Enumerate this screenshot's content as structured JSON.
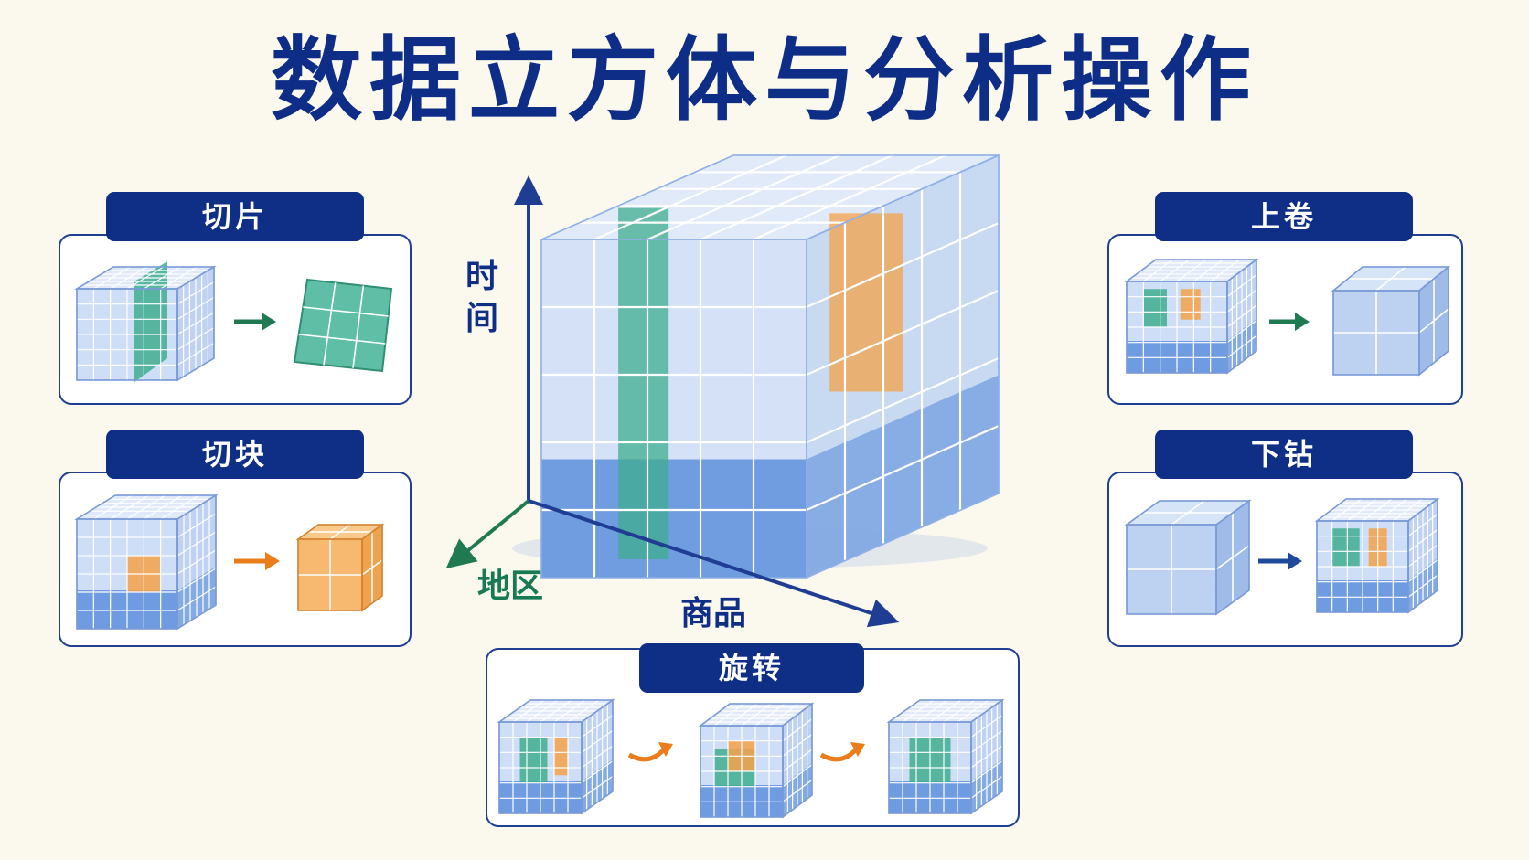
{
  "title": "数据立方体与分析操作",
  "axes": {
    "time": "时间",
    "region": "地区",
    "product": "商品"
  },
  "operations": {
    "slice": {
      "label": "切片"
    },
    "dice": {
      "label": "切块"
    },
    "rollup": {
      "label": "上卷"
    },
    "drilldown": {
      "label": "下钻"
    },
    "pivot": {
      "label": "旋转"
    }
  },
  "colors": {
    "title": "#0e2d86",
    "panel_border": "#203f93",
    "label_bg": "#0f2f86",
    "time_axis": "#0f2f86",
    "region_axis": "#177a52",
    "product_axis": "#0f2f86",
    "highlight_green": "#3fae8f",
    "highlight_orange": "#f4a24a",
    "cube_blue": "#7fa8e6",
    "arrow_green": "#1f7a52",
    "arrow_orange": "#ea7c1a",
    "arrow_blue": "#1f4a9a"
  }
}
